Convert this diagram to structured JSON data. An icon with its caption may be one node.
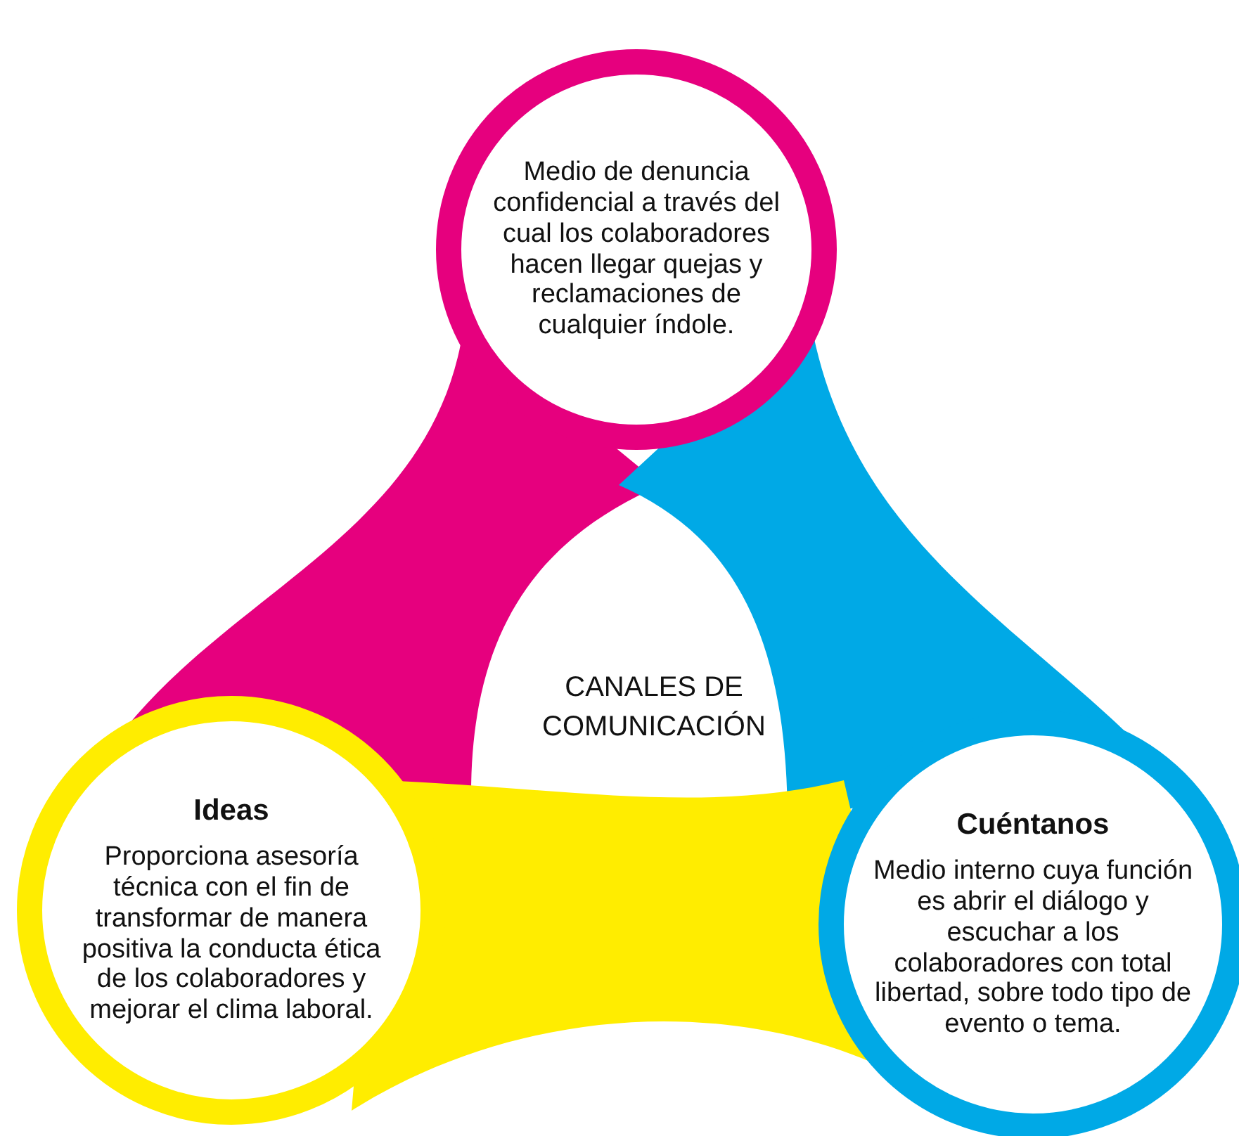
{
  "diagram": {
    "nodes": [
      {
        "text": [
          "CANALES DE COMUNICACIÓN"
        ]
      },
      {
        "text": [
          "Medio de denuncia confidencial a través del cual los colaboradores hacen llegar quejas y reclamaciones de cualquier índole."
        ]
      },
      {
        "text": [
          "Ideas",
          "Proporciona asesoría técnica con el fin de transformar de manera positiva la conducta ética de los colaboradores y mejorar el clima laboral."
        ]
      },
      {
        "text": [
          "Cuéntanos",
          "Medio interno cuya función es abrir el diálogo y escuchar a los colaboradores con total libertad, sobre todo tipo de evento o tema."
        ]
      }
    ]
  }
}
